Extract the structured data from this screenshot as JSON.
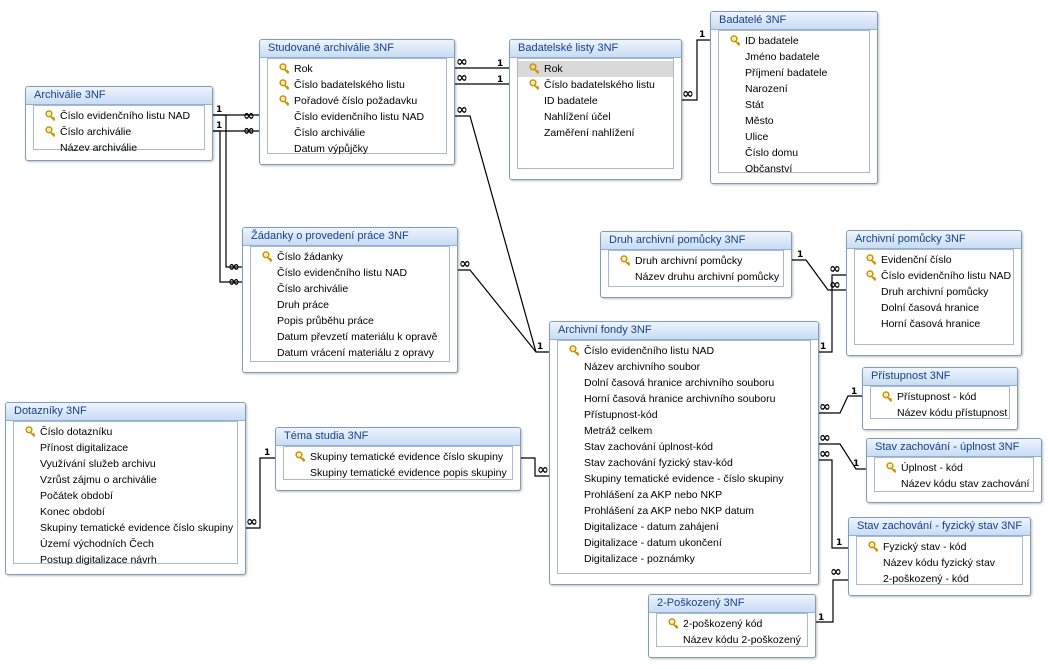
{
  "tables": {
    "archivalie": {
      "title": "Archiválie 3NF",
      "fields": [
        {
          "name": "Číslo evidenčního listu NAD",
          "key": true
        },
        {
          "name": "Číslo archiválie",
          "key": true
        },
        {
          "name": "Název archiválie",
          "key": false
        }
      ]
    },
    "studovane": {
      "title": "Studované archiválie 3NF",
      "fields": [
        {
          "name": "Rok",
          "key": true
        },
        {
          "name": "Číslo badatelského listu",
          "key": true
        },
        {
          "name": "Pořadové číslo požadavku",
          "key": true
        },
        {
          "name": "Číslo evidenčního listu NAD",
          "key": false
        },
        {
          "name": "Číslo archiválie",
          "key": false
        },
        {
          "name": "Datum výpůjčky",
          "key": false
        }
      ]
    },
    "badatelske_listy": {
      "title": "Badatelské listy 3NF",
      "fields": [
        {
          "name": "Rok",
          "key": true,
          "selected": true
        },
        {
          "name": "Číslo badatelského listu",
          "key": true
        },
        {
          "name": "ID badatele",
          "key": false
        },
        {
          "name": "Nahlížení účel",
          "key": false
        },
        {
          "name": "Zaměření nahlížení",
          "key": false
        }
      ]
    },
    "badatele": {
      "title": "Badatelé 3NF",
      "fields": [
        {
          "name": "ID badatele",
          "key": true
        },
        {
          "name": "Jméno badatele",
          "key": false
        },
        {
          "name": "Příjmení badatele",
          "key": false
        },
        {
          "name": "Narození",
          "key": false
        },
        {
          "name": "Stát",
          "key": false
        },
        {
          "name": "Město",
          "key": false
        },
        {
          "name": "Ulice",
          "key": false
        },
        {
          "name": "Číslo domu",
          "key": false
        },
        {
          "name": "Občanství",
          "key": false
        }
      ]
    },
    "zadanky": {
      "title": "Žádanky o provedení práce 3NF",
      "fields": [
        {
          "name": "Číslo žádanky",
          "key": true
        },
        {
          "name": "Číslo evidenčního listu NAD",
          "key": false
        },
        {
          "name": "Číslo archiválie",
          "key": false
        },
        {
          "name": "Druh práce",
          "key": false
        },
        {
          "name": "Popis průběhu práce",
          "key": false
        },
        {
          "name": "Datum převzetí materiálu k opravě",
          "key": false
        },
        {
          "name": "Datum vrácení materiálu z opravy",
          "key": false
        }
      ]
    },
    "druh_pomucky": {
      "title": "Druh archivní pomůcky 3NF",
      "fields": [
        {
          "name": "Druh archivní pomůcky",
          "key": true
        },
        {
          "name": "Název druhu archivní pomůcky",
          "key": false
        }
      ]
    },
    "pomucky": {
      "title": "Archivní pomůcky 3NF",
      "fields": [
        {
          "name": "Evidenční číslo",
          "key": true
        },
        {
          "name": "Číslo evidenčního listu NAD",
          "key": true
        },
        {
          "name": "Druh archivní pomůcky",
          "key": false
        },
        {
          "name": "Dolní časová hranice",
          "key": false
        },
        {
          "name": "Horní časová hranice",
          "key": false
        }
      ]
    },
    "fondy": {
      "title": "Archivní fondy 3NF",
      "fields": [
        {
          "name": "Číslo evidenčního listu NAD",
          "key": true
        },
        {
          "name": "Název archivního soubor",
          "key": false
        },
        {
          "name": "Dolní časová hranice archivního souboru",
          "key": false
        },
        {
          "name": "Horní časová hranice archivního souboru",
          "key": false
        },
        {
          "name": "Přístupnost-kód",
          "key": false
        },
        {
          "name": "Metráž celkem",
          "key": false
        },
        {
          "name": "Stav zachování úplnost-kód",
          "key": false
        },
        {
          "name": "Stav zachování  fyzický stav-kód",
          "key": false
        },
        {
          "name": "Skupiny tematické evidence - číslo skupiny",
          "key": false
        },
        {
          "name": "Prohlášení za AKP nebo NKP",
          "key": false
        },
        {
          "name": "Prohlášení za AKP nebo NKP datum",
          "key": false
        },
        {
          "name": "Digitalizace - datum zahájení",
          "key": false
        },
        {
          "name": "Digitalizace - datum ukončení",
          "key": false
        },
        {
          "name": "Digitalizace - poznámky",
          "key": false
        }
      ]
    },
    "pristupnost": {
      "title": "Přístupnost 3NF",
      "fields": [
        {
          "name": "Přístupnost - kód",
          "key": true
        },
        {
          "name": "Název kódu přístupnost",
          "key": false
        }
      ]
    },
    "uplnost": {
      "title": "Stav zachování - úplnost 3NF",
      "fields": [
        {
          "name": "Úplnost - kód",
          "key": true
        },
        {
          "name": "Název kódu stav zachování",
          "key": false
        }
      ]
    },
    "fyzicky": {
      "title": "Stav zachování - fyzický stav 3NF",
      "fields": [
        {
          "name": "Fyzický stav - kód",
          "key": true
        },
        {
          "name": "Název kódu fyzický stav",
          "key": false
        },
        {
          "name": "2-poškozený - kód",
          "key": false
        }
      ]
    },
    "poskozeny": {
      "title": "2-Poškozený 3NF",
      "fields": [
        {
          "name": "2-poškozený kód",
          "key": true
        },
        {
          "name": "Název kódu 2-poškozený",
          "key": false
        }
      ]
    },
    "tema": {
      "title": "Téma studia 3NF",
      "fields": [
        {
          "name": "Skupiny tematické evidence číslo skupiny",
          "key": true
        },
        {
          "name": "Skupiny tematické evidence popis skupiny",
          "key": false
        }
      ]
    },
    "dotazniky": {
      "title": "Dotazníky 3NF",
      "fields": [
        {
          "name": "Číslo dotazníku",
          "key": true
        },
        {
          "name": "Přínost digitalizace",
          "key": false
        },
        {
          "name": "Využívání služeb archivu",
          "key": false
        },
        {
          "name": "Vzrůst zájmu o archiválie",
          "key": false
        },
        {
          "name": "Počátek období",
          "key": false
        },
        {
          "name": "Konec období",
          "key": false
        },
        {
          "name": "Skupiny tematické evidence číslo skupiny",
          "key": false
        },
        {
          "name": "Území východních Čech",
          "key": false
        },
        {
          "name": "Postup digitalizace návrh",
          "key": false
        }
      ]
    }
  },
  "cardinality": {
    "one": "1",
    "many": "∞"
  },
  "colors": {
    "title_text": "#15428b",
    "border": "#7f9db9",
    "key_icon": "#d4a017",
    "selected_row": "#d9d9d9"
  }
}
